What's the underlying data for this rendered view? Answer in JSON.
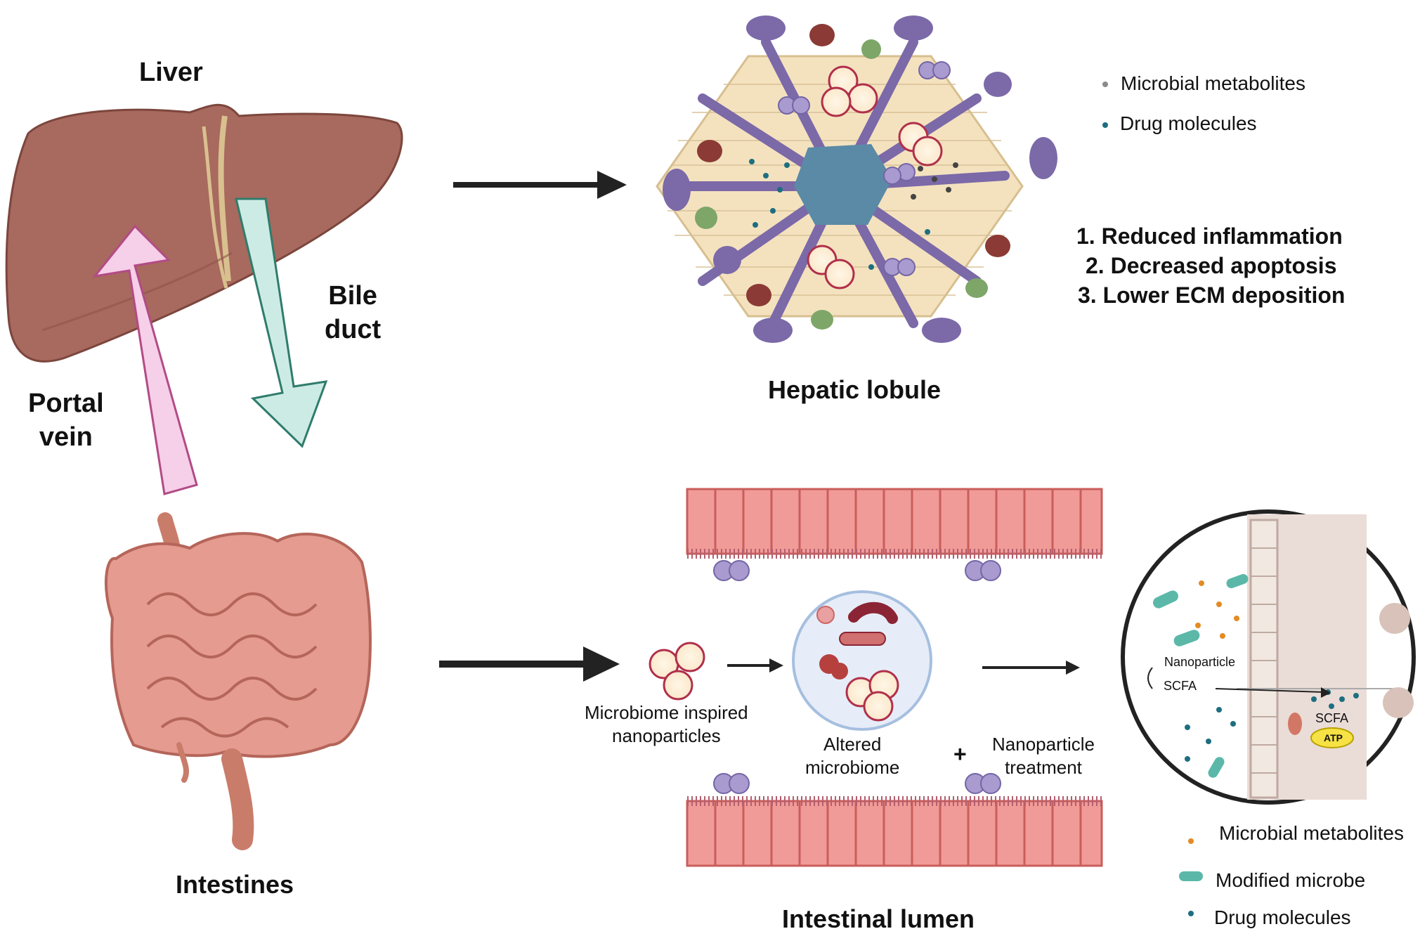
{
  "labels": {
    "liver": "Liver",
    "bile_duct": "Bile\nduct",
    "portal_vein": "Portal\nvein",
    "intestines": "Intestines",
    "hepatic_lobule": "Hepatic lobule",
    "intestinal_lumen": "Intestinal lumen",
    "microbiome_np": "Microbiome inspired\nnanoparticles",
    "altered_microbiome": "Altered\nmicrobiome",
    "plus": "+",
    "np_treatment": "Nanoparticle\ntreatment",
    "nanoparticle": "Nanoparticle",
    "scfa_1": "SCFA",
    "scfa_2": "SCFA",
    "atp": "ATP"
  },
  "legend_top": [
    {
      "text": "Microbial metabolites",
      "color": "#8a8a8a"
    },
    {
      "text": "Drug molecules",
      "color": "#1d6e80"
    }
  ],
  "outcomes": [
    "1.  Reduced inflammation",
    "2.  Decreased apoptosis",
    "3.  Lower ECM deposition"
  ],
  "legend_bottom": [
    {
      "text": "Microbial metabolites",
      "icon": "metabolite-dot-icon",
      "color": "#e38b22"
    },
    {
      "text": "Modified microbe",
      "icon": "microbe-icon",
      "color": "#5bb8a9"
    },
    {
      "text": "Drug molecules",
      "icon": "drug-dot-icon",
      "color": "#1d6e80"
    }
  ],
  "colors": {
    "liver": "#a8695e",
    "portal_vein_arrow": "#f6cfe8",
    "bile_duct_arrow": "#cdebe5",
    "lobule_bg": "#f4e2bf",
    "central_vein": "#5a8aa6",
    "intestine": "#e59b8f",
    "epithelium": "#f19b98"
  }
}
